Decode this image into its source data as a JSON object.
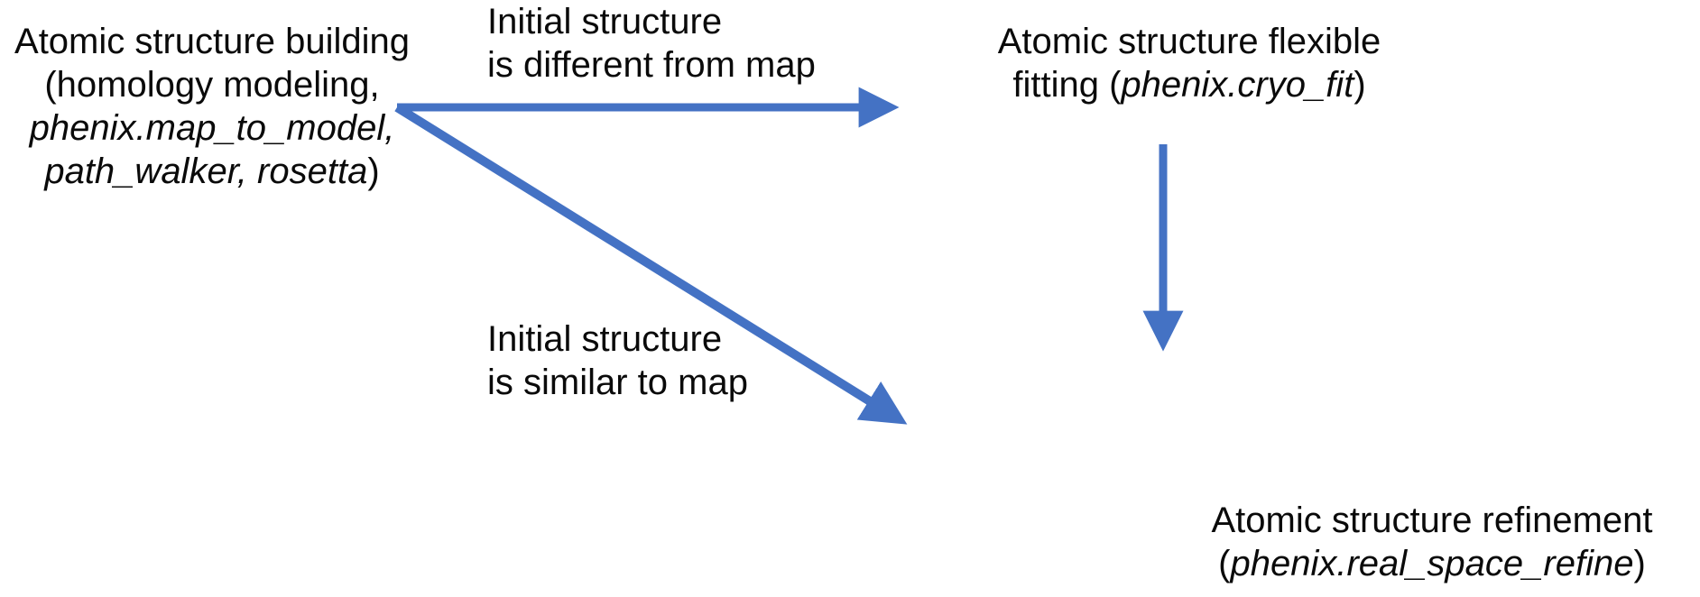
{
  "diagram": {
    "title_text": "",
    "background_color": "#ffffff",
    "text_color": "#0a0a0a",
    "arrow_color": "#4472C4",
    "type": "flowchart",
    "nodes": [
      {
        "id": "building",
        "name": "atomic-structure-building",
        "lines": [
          {
            "text": "Atomic structure building",
            "italic": false
          },
          {
            "text": "(homology modeling,",
            "italic": false
          },
          {
            "text": "phenix.map_to_model,",
            "italic": true
          },
          {
            "text": "path_walker, rosetta",
            "italic": true
          },
          {
            "text": ")",
            "italic": false
          }
        ],
        "plain_text": "Atomic structure building (homology modeling, phenix.map_to_model, path_walker, rosetta)"
      },
      {
        "id": "flexible",
        "name": "atomic-structure-flexible-fitting",
        "lines": [
          {
            "text": "Atomic structure flexible",
            "italic": false
          },
          {
            "text": "fitting (",
            "italic": false
          },
          {
            "text": "phenix.cryo_fit",
            "italic": true
          },
          {
            "text": ")",
            "italic": false
          }
        ],
        "plain_text": "Atomic structure flexible fitting (phenix.cryo_fit)"
      },
      {
        "id": "refinement",
        "name": "atomic-structure-refinement",
        "lines": [
          {
            "text": "Atomic structure refinement",
            "italic": false
          },
          {
            "text": "(",
            "italic": false
          },
          {
            "text": "phenix.real_space_refine",
            "italic": true
          },
          {
            "text": ")",
            "italic": false
          }
        ],
        "plain_text": "Atomic structure refinement (phenix.real_space_refine)"
      }
    ],
    "edges": [
      {
        "id": "edge-different",
        "name": "edge-building-to-flexible",
        "from": "building",
        "to": "flexible",
        "label_line1": "Initial structure",
        "label_line2": "is different from map"
      },
      {
        "id": "edge-similar",
        "name": "edge-building-to-refinement",
        "from": "building",
        "to": "refinement",
        "label_line1": "Initial structure",
        "label_line2": "is similar to map"
      },
      {
        "id": "edge-flex-refine",
        "name": "edge-flexible-to-refinement",
        "from": "flexible",
        "to": "refinement",
        "label_line1": "",
        "label_line2": ""
      }
    ]
  }
}
